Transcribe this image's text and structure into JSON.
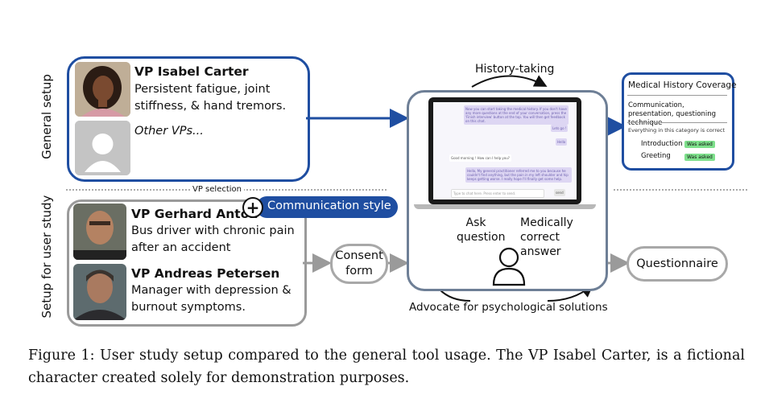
{
  "sections": {
    "general": "General setup",
    "user_study": "Setup for user study",
    "vp_selection": "VP selection"
  },
  "general_box": {
    "vp_name": "VP Isabel Carter",
    "vp_desc": "Persistent fatigue, joint stiffness, & hand tremors.",
    "other": "Other VPs..."
  },
  "user_box": {
    "vp1_name": "VP Gerhard Anton",
    "vp1_desc": "Bus driver with chronic pain after an accident",
    "vp2_name": "VP Andreas Petersen",
    "vp2_desc": "Manager with depression & burnout symptoms."
  },
  "comm_style": "Communication style",
  "consent": "Consent form",
  "questionnaire": "Questionnaire",
  "history_taking": "History-taking",
  "ask_question": "Ask question",
  "medically_correct": "Medically correct answer",
  "advocate": "Advocate for psychological solutions",
  "coverage": {
    "title": "Medical History Coverage",
    "category": "Communication, presentation, questioning technique",
    "correct": "Everything in this category is correct",
    "items": [
      {
        "label": "Introduction",
        "badge": "Was asked"
      },
      {
        "label": "Greeting",
        "badge": "Was asked"
      }
    ]
  },
  "chat": {
    "m1": "Now you can start taking the medical history. If you don't have any more questions at the end of your conversation, press the 'Finish interview' button at the top. You will then get feedback on this chat.",
    "m2": "Lets go !",
    "m3": "Hello",
    "m4": "Good morning ! How can I help you?",
    "m5": "Hello, My general practitioner referred me to you because he couldn't find anything, but the pain in my left shoulder and hip keeps getting worse. I really hope I'll finally get some help.",
    "input": "Type to chat here. Press enter to send.",
    "send": "send"
  },
  "caption": "Figure 1: User study setup compared to the general tool usage. The VP Isabel Carter, is a fictional character created solely for demonstration purposes.",
  "colors": {
    "blue": "#1f4ea1",
    "grey": "#9a9a9a",
    "chat_purple": "#ddd6f3",
    "badge_green": "#7ee08c"
  }
}
